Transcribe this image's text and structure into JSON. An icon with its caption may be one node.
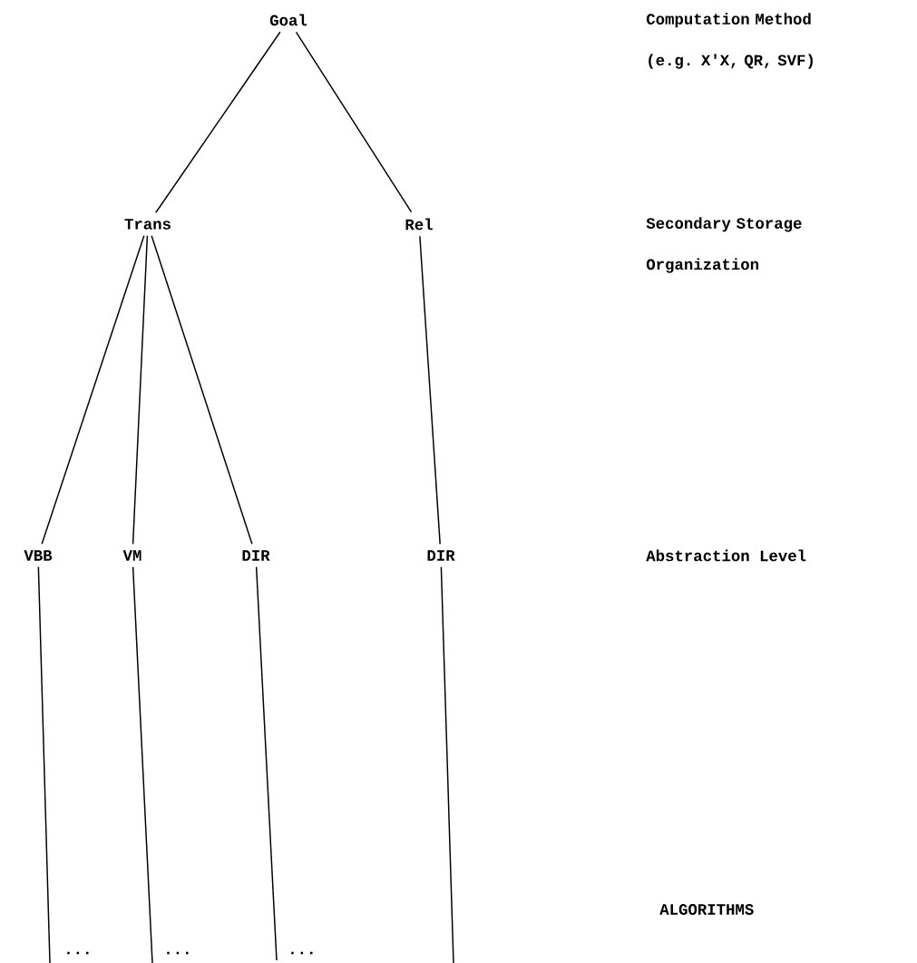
{
  "diagram": {
    "nodes": [
      {
        "text": [
          "Goal"
        ]
      },
      {
        "text": [
          "Trans"
        ]
      },
      {
        "text": [
          "Rel"
        ]
      },
      {
        "text": [
          "VBB"
        ]
      },
      {
        "text": [
          "VM"
        ]
      },
      {
        "text": [
          "DIR"
        ]
      },
      {
        "text": [
          "DIR"
        ]
      }
    ],
    "edges": [
      {
        "from": 0,
        "to": 1,
        "arrow": "none"
      },
      {
        "from": 0,
        "to": 2,
        "arrow": "none"
      },
      {
        "from": 1,
        "to": 3,
        "arrow": "none"
      },
      {
        "from": 1,
        "to": 4,
        "arrow": "none"
      },
      {
        "from": 1,
        "to": 5,
        "arrow": "none"
      },
      {
        "from": 2,
        "to": 6,
        "arrow": "none"
      },
      {
        "from": 3,
        "to": null,
        "arrow": "none"
      },
      {
        "from": 4,
        "to": null,
        "arrow": "none"
      },
      {
        "from": 5,
        "to": null,
        "arrow": "none"
      },
      {
        "from": 6,
        "to": null,
        "arrow": "none"
      }
    ],
    "labels": [
      "Computation Method (e.g. X'X, QR, SVF)",
      "Secondary Storage Organization",
      "Abstraction Level",
      "ALGORITHMS",
      "...",
      "...",
      "..."
    ]
  }
}
